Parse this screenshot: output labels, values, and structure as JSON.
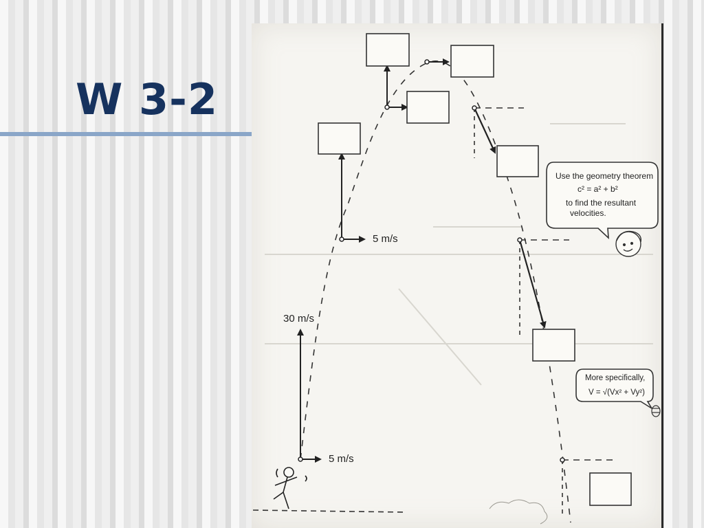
{
  "slide": {
    "title": "W 3-2"
  },
  "diagram": {
    "velocity_labels": {
      "vertical_initial": "30 m/s",
      "horizontal_launch": "5 m/s",
      "horizontal_mid": "5 m/s"
    },
    "bubble_top": {
      "line1": "Use the geometry theorem",
      "line2": "c² = a² + b²",
      "line3": "to find the resultant",
      "line4": "velocities."
    },
    "bubble_bottom": {
      "line1": "More specifically,",
      "line2": "V = √(Vx² + Vy²)"
    }
  }
}
